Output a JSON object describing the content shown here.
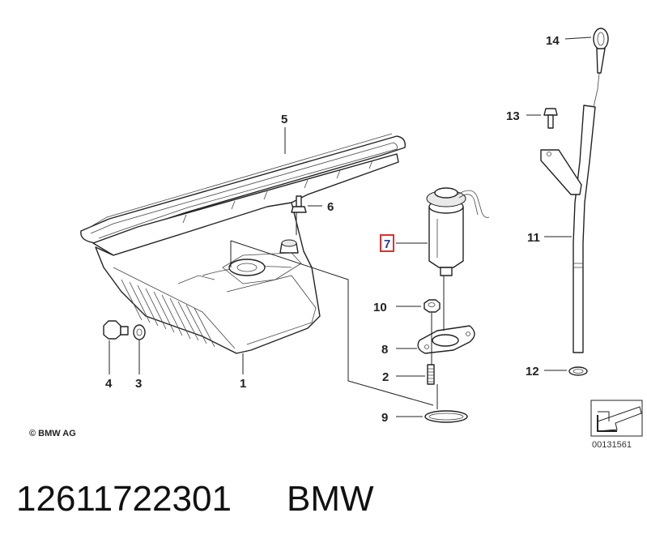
{
  "labels": {
    "p1": "1",
    "p2": "2",
    "p3": "3",
    "p4": "4",
    "p5": "5",
    "p6": "6",
    "p7": "7",
    "p8": "8",
    "p9": "9",
    "p10": "10",
    "p11": "11",
    "p12": "12",
    "p13": "13",
    "p14": "14"
  },
  "highlighted_label": "7",
  "highlight_color": "#e0302b",
  "copyright": "© BMW AG",
  "diagram_ref": "00131561",
  "footer": {
    "part_number": "12611722301",
    "brand": "BMW"
  }
}
